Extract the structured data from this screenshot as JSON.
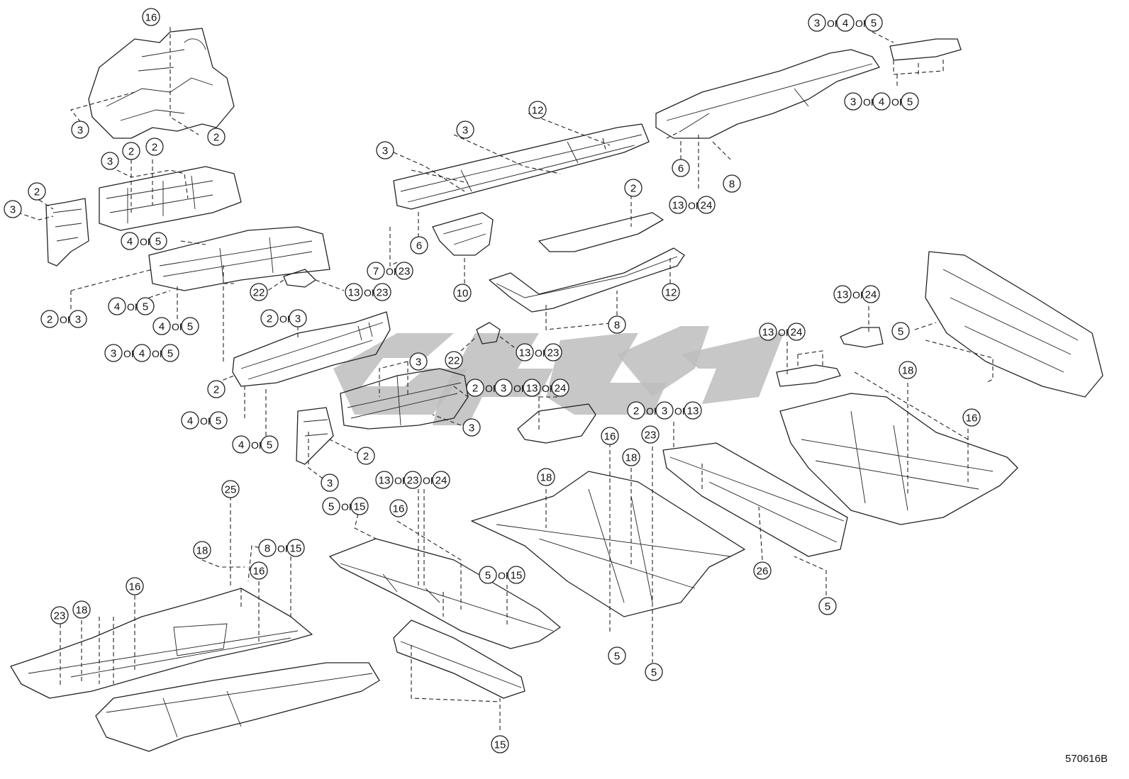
{
  "figure_code": "570616B",
  "callouts": [
    [
      "16"
    ],
    [
      "3"
    ],
    [
      "2"
    ],
    [
      "2"
    ],
    [
      "2"
    ],
    [
      "3"
    ],
    [
      "2"
    ],
    [
      "3"
    ],
    [
      "4",
      "5"
    ],
    [
      "2",
      "3"
    ],
    [
      "4",
      "5"
    ],
    [
      "4",
      "5"
    ],
    [
      "22"
    ],
    [
      "13",
      "23"
    ],
    [
      "2",
      "3"
    ],
    [
      "3",
      "4",
      "5"
    ],
    [
      "2"
    ],
    [
      "4",
      "5"
    ],
    [
      "4",
      "5"
    ],
    [
      "3"
    ],
    [
      "2",
      "3",
      "13",
      "24"
    ],
    [
      "3"
    ],
    [
      "2"
    ],
    [
      "3"
    ],
    [
      "3"
    ],
    [
      "3"
    ],
    [
      "12"
    ],
    [
      "6"
    ],
    [
      "7",
      "23"
    ],
    [
      "10"
    ],
    [
      "22"
    ],
    [
      "13",
      "23"
    ],
    [
      "2"
    ],
    [
      "12"
    ],
    [
      "8"
    ],
    [
      "3",
      "4",
      "5"
    ],
    [
      "3",
      "4",
      "5"
    ],
    [
      "6"
    ],
    [
      "8"
    ],
    [
      "13",
      "24"
    ],
    [
      "13",
      "24"
    ],
    [
      "13",
      "24"
    ],
    [
      "5"
    ],
    [
      "18"
    ],
    [
      "16"
    ],
    [
      "2",
      "3",
      "13"
    ],
    [
      "16"
    ],
    [
      "23"
    ],
    [
      "18"
    ],
    [
      "18"
    ],
    [
      "26"
    ],
    [
      "5"
    ],
    [
      "5"
    ],
    [
      "5"
    ],
    [
      "13",
      "23",
      "24"
    ],
    [
      "5",
      "15"
    ],
    [
      "16"
    ],
    [
      "5",
      "15"
    ],
    [
      "15"
    ],
    [
      "25"
    ],
    [
      "18"
    ],
    [
      "8",
      "15"
    ],
    [
      "16"
    ],
    [
      "16"
    ],
    [
      "23"
    ],
    [
      "18"
    ]
  ]
}
